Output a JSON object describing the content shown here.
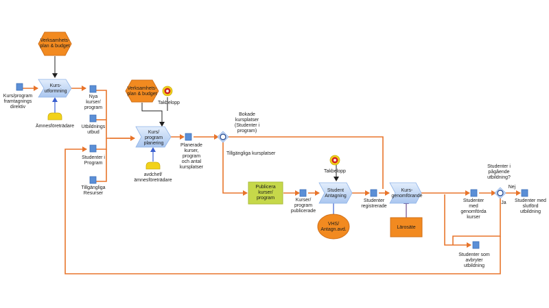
{
  "nodes": {
    "kursutformning": "Kurs-\nutformning",
    "verksamhetsplan1": "Verksamhets-\nplan & budget",
    "verksamhetsplan2": "Verksamhets-\nplan & budget",
    "kursprogram_direktiv": "Kurs/program\nframtagnings\ndirektiv",
    "amnesforetradare": "Ämnesföreträdare",
    "nya_kurser": "Nya\nkurser/\nprogram",
    "utbildningsutbud": "Utbildnings\nutbud",
    "studenter_i_program": "Studenter i\nProgram",
    "tillgangliga_resurser": "Tillgängliga\nResurser",
    "takbelopp1": "Takbelopp",
    "takbelopp2": "Takbelopp",
    "kursprogramplanering": "Kurs/\nprogram\nplanering",
    "avdchef": "avdchef/\nämnesföreträdare",
    "planerade_kurser": "Planerade\nkurser,\nprogram\noch antal\nkursplatser",
    "bokade_kursplatser": "Bokade\nkursplatser\n(Studenter i\nprogram)",
    "tillgangliga_kursplatser": "Tillgängliga kursplatser",
    "publicera": "Publicera\nkurser/\nprogram",
    "kurser_publicerade": "Kurser/\nprogram\npublicerade",
    "student_antagning": "Student\nAntagning",
    "vhs": "VHS/\nAntagn.avd.",
    "studenter_registrerade": "Studenter\nregistrerade",
    "kursgenomforande": "Kurs-\ngenomförande",
    "larosate": "Lärosäte",
    "studenter_genomforda": "Studenter\nmed\ngenomförda\nkurser",
    "pagaende_fraga": "Studenter i\npågående\nutbildning?",
    "nej": "Nej",
    "ja": "Ja",
    "studenter_slutford": "Studenter med\nslutförd\nutbildning",
    "studenter_avbryter": "Studenter som\navbryter\nutbildning"
  },
  "colors": {
    "flow": "#e8742a",
    "data_object": "#5b8fd6",
    "function": "#c9dcf5",
    "org_unit": "#f28a20",
    "role": "#f2d21a",
    "green_fn": "#c6d84a",
    "target": "#d02020"
  }
}
